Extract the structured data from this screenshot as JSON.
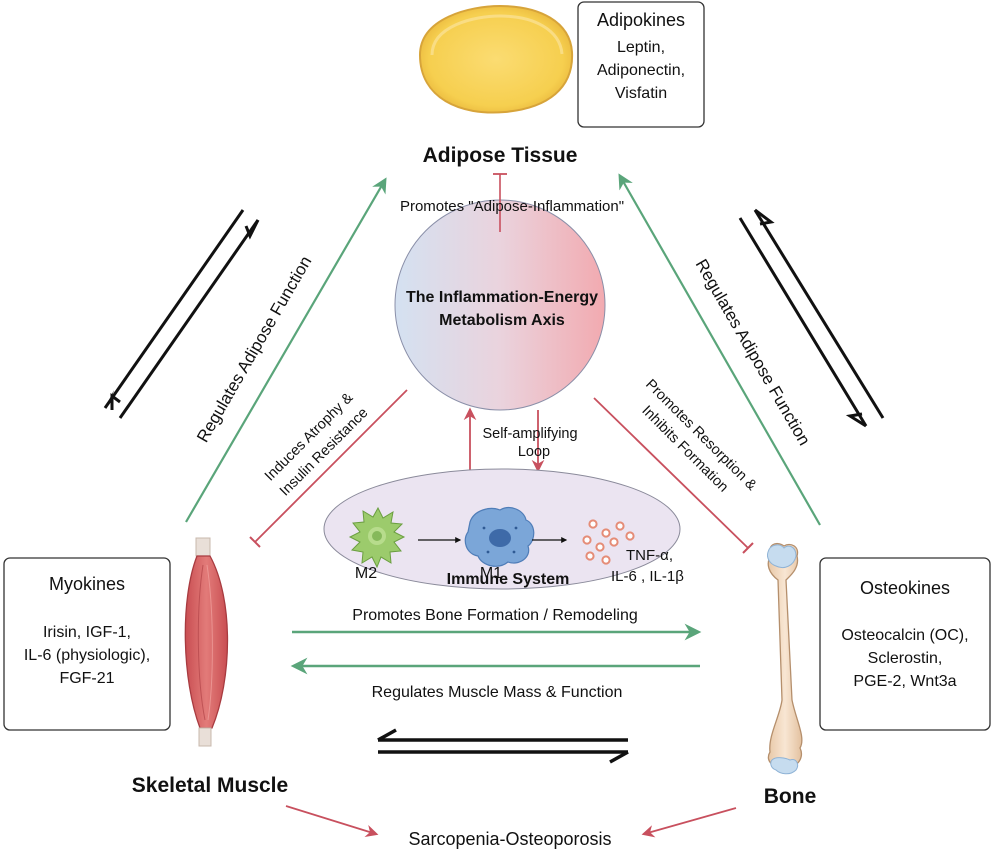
{
  "nodes": {
    "adipose": {
      "title": "Adipose Tissue"
    },
    "muscle": {
      "title": "Skeletal Muscle"
    },
    "bone": {
      "title": "Bone"
    },
    "axis": {
      "line1": "The Inflammation-Energy",
      "line2": "Metabolism Axis"
    },
    "immune": {
      "title": "Immune System",
      "m2": "M2",
      "m1": "M1",
      "cytokines_line1": "TNF-α,",
      "cytokines_line2": "IL-6 , IL-1β"
    },
    "outcome": "Sarcopenia-Osteoporosis"
  },
  "boxes": {
    "adipokines": {
      "title": "Adipokines",
      "lines": [
        "Leptin,",
        "Adiponectin,",
        "Visfatin"
      ]
    },
    "myokines": {
      "title": "Myokines",
      "lines": [
        "Irisin, IGF-1,",
        "IL-6 (physiologic),",
        "FGF-21"
      ]
    },
    "osteokines": {
      "title": "Osteokines",
      "lines": [
        "Osteocalcin (OC),",
        "Sclerostin,",
        "PGE-2, Wnt3a"
      ]
    }
  },
  "edges": {
    "promotes_adipose_inflammation": "Promotes \"Adipose-Inflammation\"",
    "regulates_adipose_left": "Regulates Adipose Function",
    "regulates_adipose_right": "Regulates Adipose Function",
    "atrophy_line1": "Induces Atrophy &",
    "atrophy_line2": "Insulin Resistance",
    "resorption_line1": "Promotes Resorption &",
    "resorption_line2": "Inhibits Formation",
    "loop_line1": "Self-amplifying",
    "loop_line2": "Loop",
    "bone_formation": "Promotes Bone Formation / Remodeling",
    "muscle_mass": "Regulates Muscle Mass & Function"
  },
  "colors": {
    "green": "#5aa57a",
    "red": "#c8505e",
    "black": "#111111",
    "fat": "#f5cf4d",
    "muscle": "#de6f6e",
    "bone": "#f3dcc4",
    "immune_bg": "#ebe4f1"
  }
}
